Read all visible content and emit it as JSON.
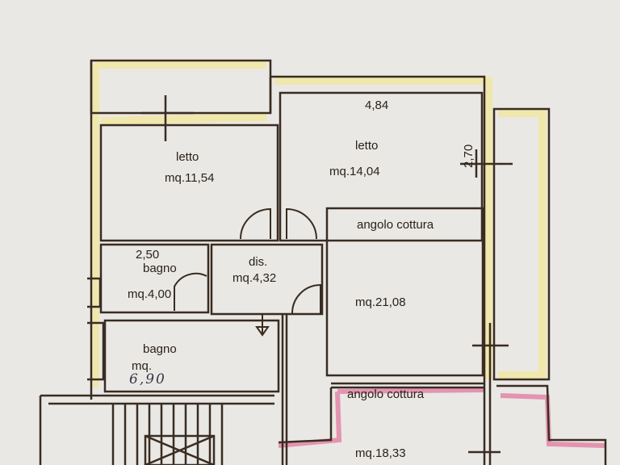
{
  "rooms": {
    "bedroom1": {
      "name": "letto",
      "area": "mq.11,54"
    },
    "bedroom2": {
      "name": "letto",
      "area": "mq.14,04",
      "width": "4,84",
      "depth": "2,70"
    },
    "bath1": {
      "name": "bagno",
      "area": "mq.4,00",
      "width": "2,50"
    },
    "hall": {
      "name": "dis.",
      "area": "mq.4,32"
    },
    "kitchen1": {
      "name": "angolo cottura",
      "area": "mq.21,08"
    },
    "bath2": {
      "name": "bagno",
      "area_label": "mq.",
      "area_handwritten": "6,90"
    },
    "kitchen2": {
      "name": "angolo cottura",
      "area": "mq.18,33"
    }
  },
  "colors": {
    "wall": "#3a2c22",
    "paper": "#e9e8e4",
    "yellow_highlight": "#f1e7a6",
    "pink_highlight": "#e0709a"
  }
}
